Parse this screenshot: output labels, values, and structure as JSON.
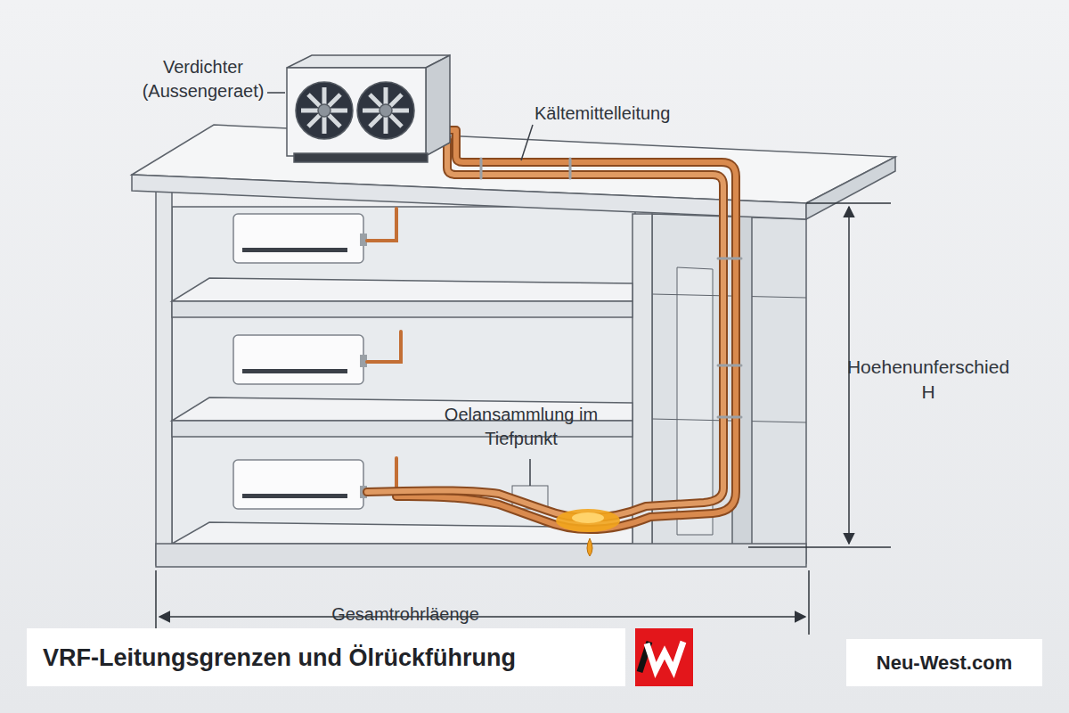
{
  "diagram": {
    "title": "VRF-Leitungsgrenzen und Ölrückführung",
    "labels": [
      "Verdichter (Aussengeraet)",
      "Kältemittelleitung",
      "Hoehenunferschied H",
      "Oelansammlung im Tiefpunkt",
      "Gesamtrohrläenge",
      "Neu-West.com"
    ]
  }
}
